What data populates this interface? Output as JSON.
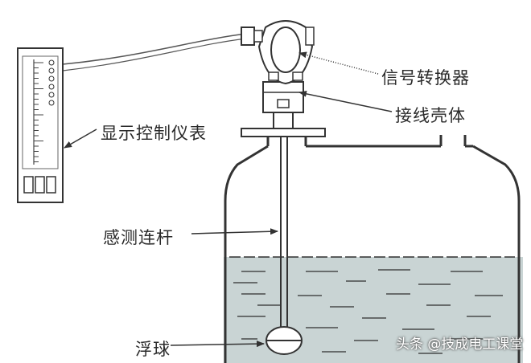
{
  "labels": {
    "signal_converter": "信号转换器",
    "junction_housing": "接线壳体",
    "display_instrument": "显示控制仪表",
    "sensing_rod": "感测连杆",
    "float_ball": "浮球"
  },
  "watermark": "头条 @技成电工课堂",
  "colors": {
    "line": "#333333",
    "liquid": "#c9d4d4",
    "liquid_lines": "#2f2f2f",
    "background": "#ffffff"
  }
}
